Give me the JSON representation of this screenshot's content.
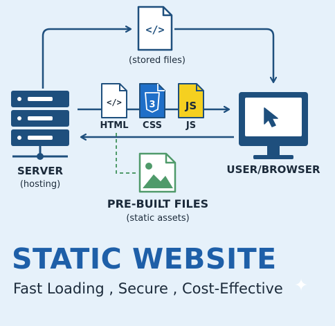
{
  "diagram": {
    "stored_files_label": "(stored files)",
    "server": {
      "title": "SERVER",
      "subtitle": "(hosting)"
    },
    "browser": {
      "title": "USER/BROWSER"
    },
    "files": [
      {
        "name": "HTML",
        "glyph": "</>",
        "color": "#ffffff",
        "accent": "#1b2a3a"
      },
      {
        "name": "CSS",
        "glyph": "3",
        "color": "#1f6fc8",
        "accent": "#ffffff"
      },
      {
        "name": "JS",
        "glyph": "JS",
        "color": "#f5d020",
        "accent": "#1b2a3a"
      }
    ],
    "prebuilt": {
      "title": "PRE-BUILT FILES",
      "subtitle": "(static assets)"
    },
    "colors": {
      "navy": "#1e4f7d",
      "blue": "#1e5fa8",
      "green": "#4f9a6a",
      "bg": "#e6f1fa"
    }
  },
  "title": "STATIC WEBSITE",
  "subtitle": "Fast Loading , Secure , Cost-Effective"
}
